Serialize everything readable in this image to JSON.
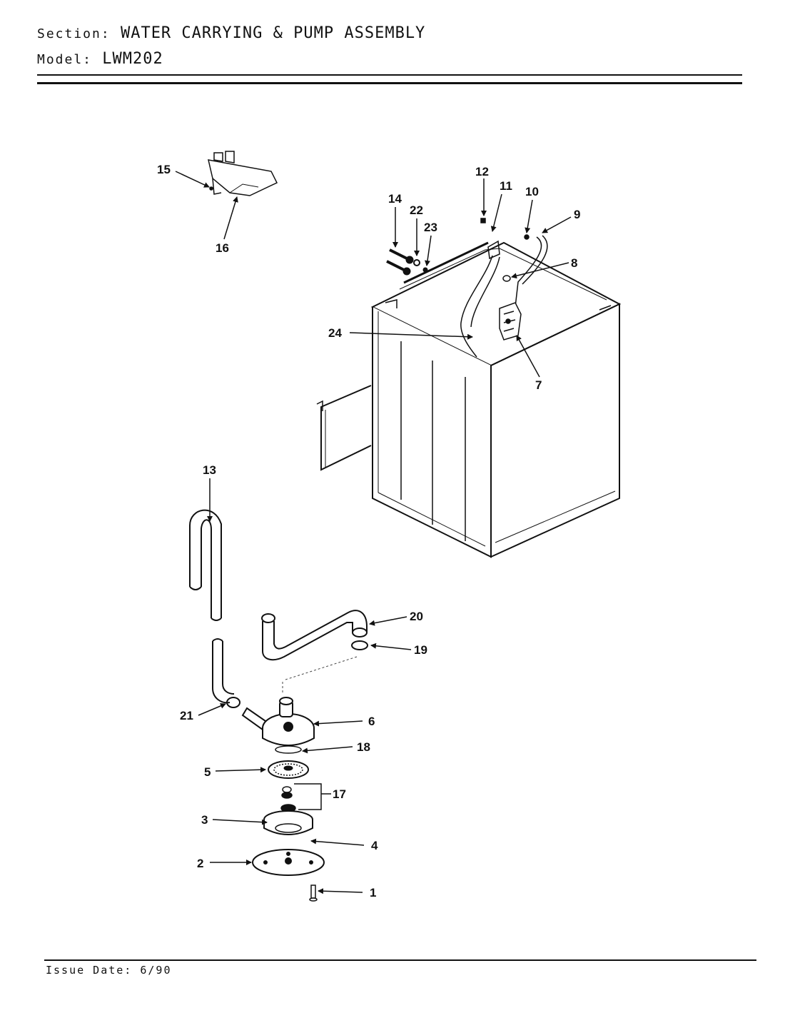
{
  "header": {
    "section_label": "Section:",
    "section_value": "WATER CARRYING & PUMP ASSEMBLY",
    "model_label": "Model:",
    "model_value": "LWM202"
  },
  "footer": {
    "issue_label": "Issue Date:",
    "issue_value": "6/90"
  },
  "callouts": [
    "1",
    "2",
    "3",
    "4",
    "5",
    "6",
    "7",
    "8",
    "9",
    "10",
    "11",
    "12",
    "13",
    "14",
    "15",
    "16",
    "17",
    "18",
    "19",
    "20",
    "21",
    "22",
    "23",
    "24"
  ]
}
